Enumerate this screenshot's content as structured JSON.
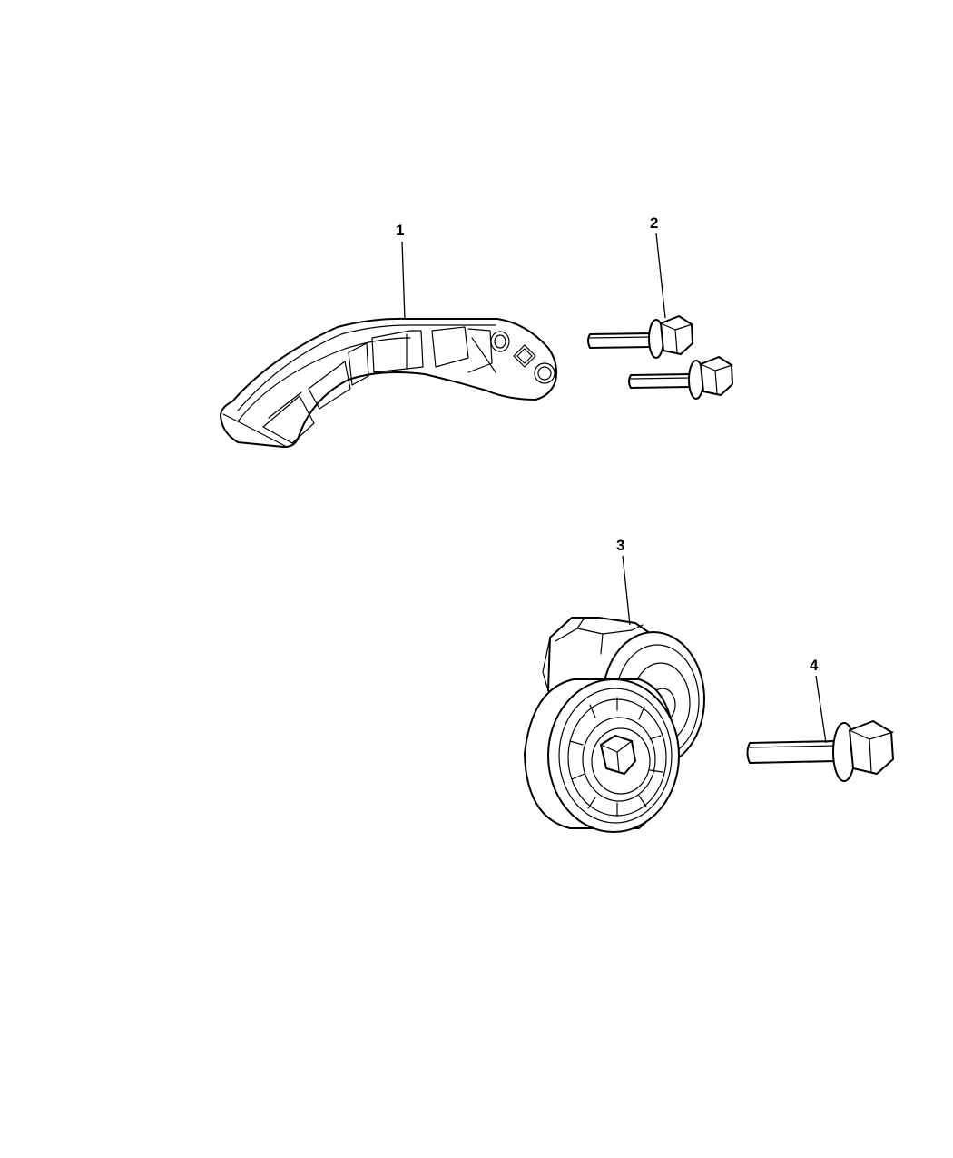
{
  "callouts": [
    {
      "id": "1",
      "label": "1",
      "part": "bracket"
    },
    {
      "id": "2",
      "label": "2",
      "part": "bracket-bolts"
    },
    {
      "id": "3",
      "label": "3",
      "part": "belt-tensioner"
    },
    {
      "id": "4",
      "label": "4",
      "part": "tensioner-bolt"
    }
  ]
}
